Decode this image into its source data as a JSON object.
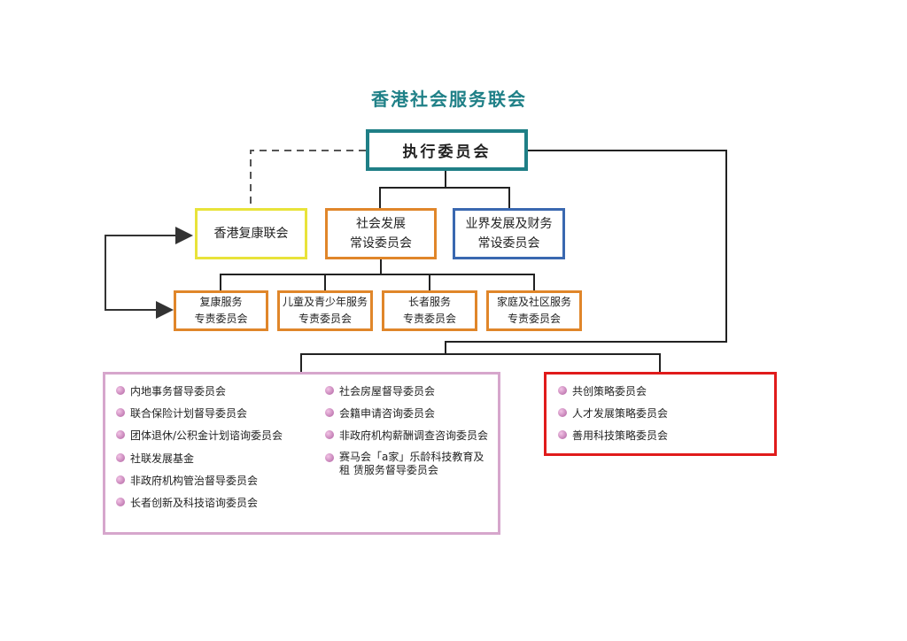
{
  "title": "香港社会服务联会",
  "executive": "执行委员会",
  "rehab_alliance": "香港复康联会",
  "standing": [
    {
      "l1": "社会发展",
      "l2": "常设委员会"
    },
    {
      "l1": "业界发展及财务",
      "l2": "常设委员会"
    }
  ],
  "specialized": [
    {
      "l1": "复康服务",
      "l2": "专责委员会"
    },
    {
      "l1": "儿童及青少年服务",
      "l2": "专责委员会"
    },
    {
      "l1": "长者服务",
      "l2": "专责委员会"
    },
    {
      "l1": "家庭及社区服务",
      "l2": "专责委员会"
    }
  ],
  "left_list": [
    "内地事务督导委员会",
    "联合保险计划督导委员会",
    "团体退休/公积金计划谘询委员会",
    "社联发展基金",
    "非政府机构管治督导委员会",
    "长者创新及科技谘询委员会"
  ],
  "mid_list": [
    "社会房屋督导委员会",
    "会籍申请咨询委员会",
    "非政府机构薪酬调查咨询委员会",
    "赛马会「a家」乐龄科技教育及租 赁服务督导委员会"
  ],
  "right_list": [
    "共创策略委员会",
    "人才发展策略委员会",
    "善用科技策略委员会"
  ],
  "colors": {
    "teal": "#1f7f86",
    "yellow": "#e8e33a",
    "orange": "#e0862a",
    "blue": "#3a68b0",
    "pink": "#d6a6cc",
    "red": "#e01b1b"
  }
}
